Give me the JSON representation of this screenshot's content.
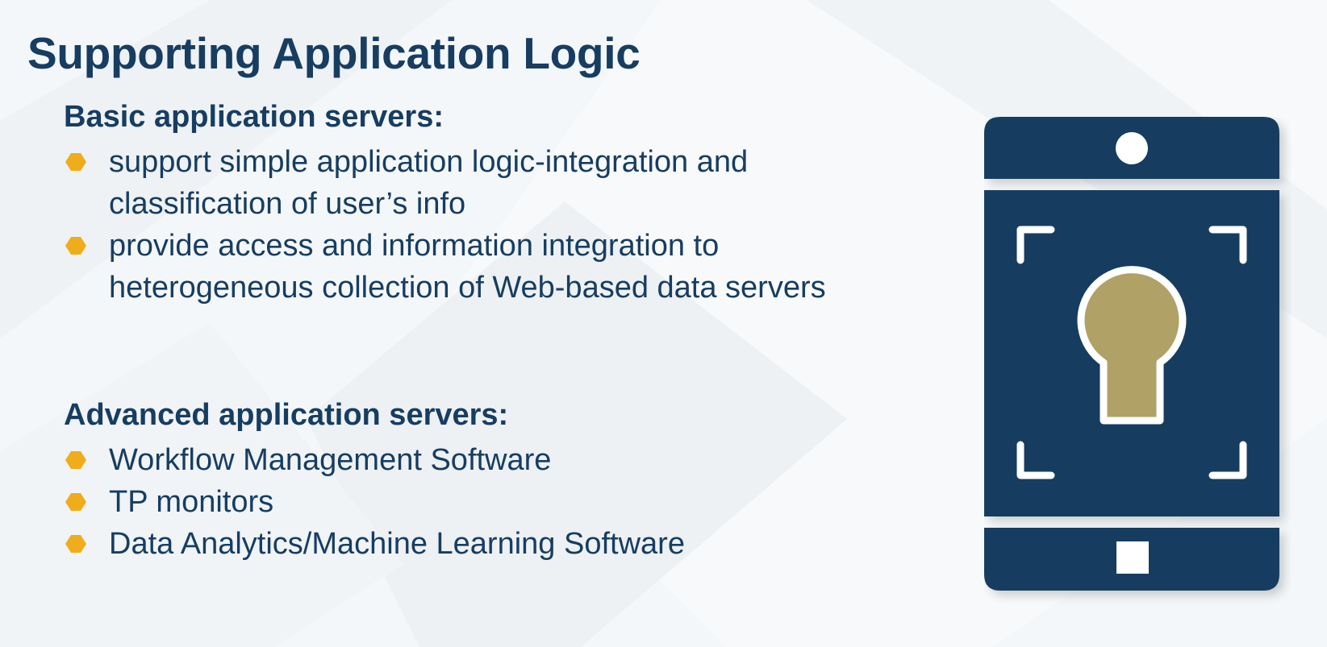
{
  "slide": {
    "title": "Supporting Application Logic"
  },
  "basic": {
    "heading": "Basic application servers:",
    "items": [
      {
        "text": "support simple application logic-integration and classification of user’s info"
      },
      {
        "text": "provide access and information integration to heterogeneous collection of Web-based data servers"
      }
    ]
  },
  "advanced": {
    "heading": "Advanced application servers:",
    "items": [
      {
        "text": "Workflow Management Software"
      },
      {
        "text": "TP monitors"
      },
      {
        "text": "Data Analytics/Machine Learning Software"
      }
    ]
  },
  "illustration": {
    "icon": "mobile-keyhole-security-icon",
    "colors": {
      "device": "#173d61",
      "keyhole": "#b0a166",
      "frame": "#ffffff",
      "bullet": "#f0ad1b"
    }
  }
}
